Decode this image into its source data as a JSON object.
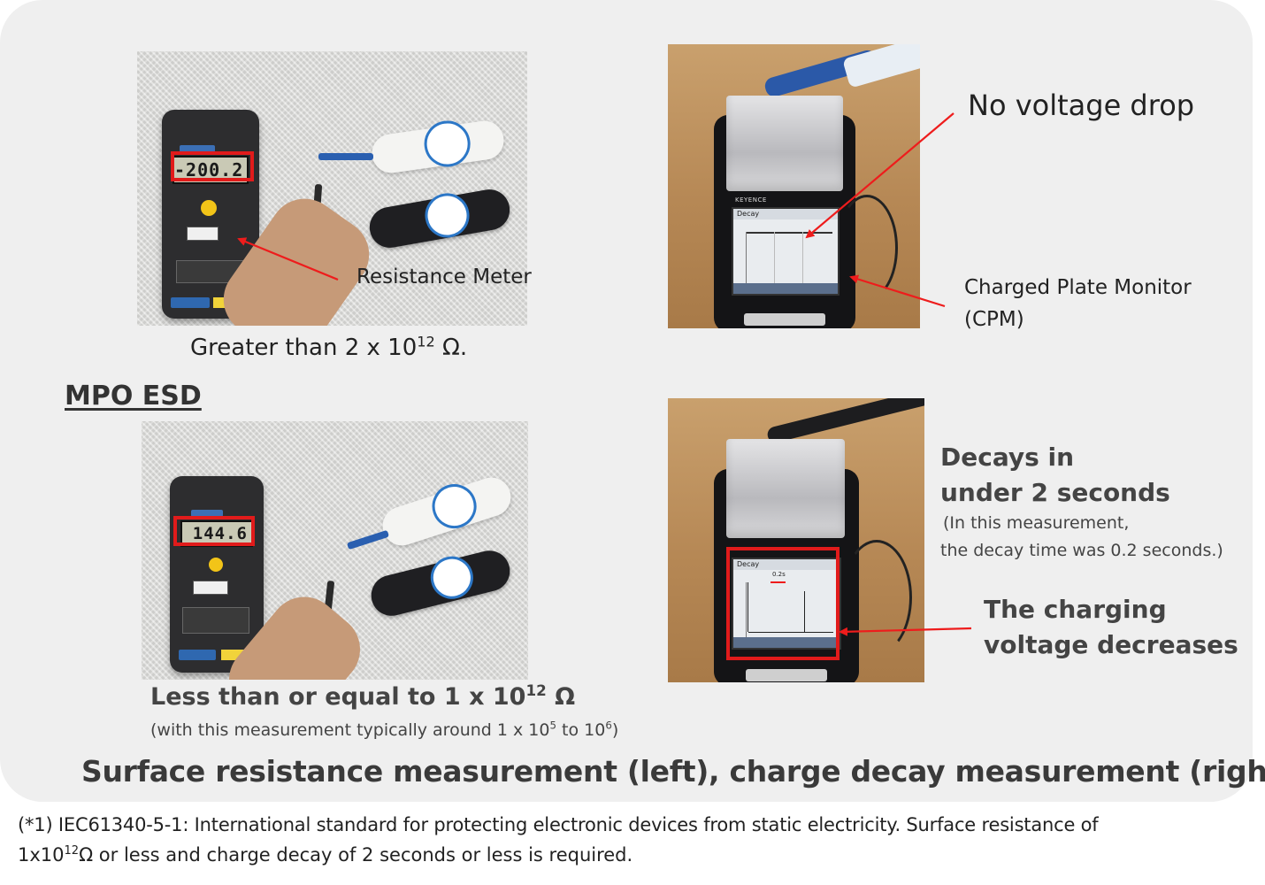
{
  "labels": {
    "resistance_meter": "Resistance Meter",
    "greater_than": "Greater than 2 x 10",
    "greater_exp": "12",
    "greater_unit": " Ω.",
    "mpo_esd": "MPO ESD",
    "less_equal": "Less than or equal to 1 x 10",
    "less_exp": "12",
    "less_unit": " Ω",
    "typical_pre": "(with this measurement typically around 1 x 10",
    "typical_exp1": "5",
    "typical_mid": " to 10",
    "typical_exp2": "6",
    "typical_post": ")",
    "no_voltage_drop": "No voltage drop",
    "cpm_line1": "Charged Plate Monitor",
    "cpm_line2": "(CPM)",
    "decays_line1": "Decays in",
    "decays_line2": "under 2 seconds",
    "decay_note1": "(In this measurement,",
    "decay_note2": "the decay time was 0.2 seconds.)",
    "charging_line1": "The charging",
    "charging_line2": "voltage decreases",
    "caption": "Surface resistance measurement (left),  charge decay measurement (right)",
    "footnote_line1": "(*1) IEC61340-5-1: International standard for protecting electronic devices from static electricity. Surface resistance of",
    "footnote_pre": "1x10",
    "footnote_exp": "12",
    "footnote_post": "Ω or less and charge decay of 2 seconds or less is required."
  },
  "photo_text": {
    "meter1_reading": "-200.2",
    "meter2_reading": "144.6",
    "cpm_brand": "KEYENCE",
    "screen_title": "Decay",
    "cpm2_decay_time": "0.2s"
  },
  "colors": {
    "panel_bg": "#efefef",
    "highlight_red": "#e11b1b",
    "arrow_red": "#ee1c1c"
  }
}
